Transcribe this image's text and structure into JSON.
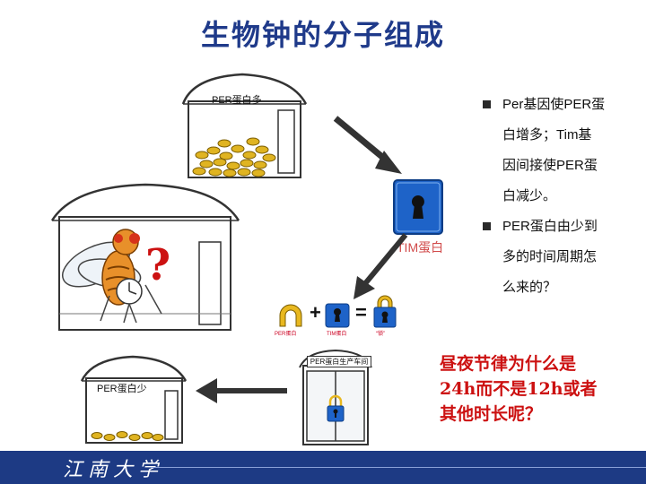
{
  "title": "生物钟的分子组成",
  "bullets": [
    {
      "lines": [
        "Per基因使PER蛋",
        "白增多；Tim基",
        "因间接使PER蛋",
        "白减少。"
      ]
    },
    {
      "lines": [
        "PER蛋白由少到",
        "多的时间周期怎",
        "么来的？"
      ]
    }
  ],
  "question_red": [
    "昼夜节律为什么是",
    "24h而不是12h或者",
    "其他时长呢？"
  ],
  "labels": {
    "house_top": "PER蛋白多",
    "tim_protein": "TIM蛋白",
    "house_bottom_left": "PER蛋白少",
    "factory": "PER蛋白生产车间",
    "question_mark": "?",
    "eq_per": "PER蛋白",
    "eq_tim": "TIM蛋白",
    "eq_lock": "“锁”",
    "plus": "+",
    "equals": "="
  },
  "footer": {
    "logo": "江南大学"
  },
  "colors": {
    "title": "#1f3a8a",
    "red": "#cc1111",
    "footer": "#1d3a84",
    "lock_blue": "#1e63c8"
  }
}
